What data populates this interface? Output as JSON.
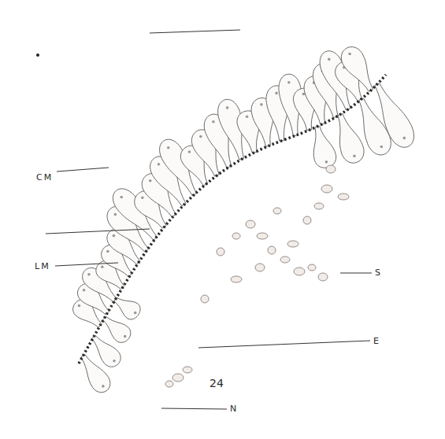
{
  "diagram": {
    "labels": [
      "CM",
      "LM",
      "S",
      "E",
      "N",
      "24"
    ]
  }
}
